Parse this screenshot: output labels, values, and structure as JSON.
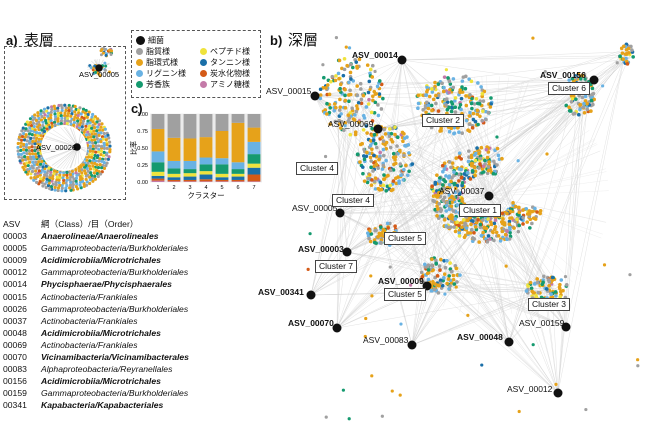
{
  "panel_a": {
    "label": "a)",
    "title": "表層"
  },
  "panel_b": {
    "label": "b)",
    "title": "深層"
  },
  "panel_c": {
    "label": "c)"
  },
  "legend": [
    {
      "label": "細菌",
      "color": "#111111"
    },
    {
      "label": "脂質様",
      "color": "#a0a0a0"
    },
    {
      "label": "脂環式様",
      "color": "#e6a21a"
    },
    {
      "label": "リグニン様",
      "color": "#69b2e3"
    },
    {
      "label": "芳香族",
      "color": "#159a6f"
    },
    {
      "label": "ペプチド様",
      "color": "#efe33d"
    },
    {
      "label": "タンニン様",
      "color": "#1a6fa8"
    },
    {
      "label": "炭水化物様",
      "color": "#d45a17"
    },
    {
      "label": "アミノ糖様",
      "color": "#c47aa8"
    }
  ],
  "table": {
    "header": {
      "id": "ASV",
      "tax": "綱（Class）/目（Order）"
    },
    "rows": [
      {
        "id": "00003",
        "tax": "Anaerolineae/Anaerolineales",
        "bold": true
      },
      {
        "id": "00005",
        "tax": "Gammaproteobacteria/Burkholderiales",
        "bold": false
      },
      {
        "id": "00009",
        "tax": "Acidimicrobiia/Microtrichales",
        "bold": true
      },
      {
        "id": "00012",
        "tax": "Gammaproteobacteria/Burkholderiales",
        "bold": false
      },
      {
        "id": "00014",
        "tax": "Phycisphaerae/Phycisphaerales",
        "bold": true
      },
      {
        "id": "00015",
        "tax": "Actinobacteria/Frankiales",
        "bold": false
      },
      {
        "id": "00026",
        "tax": "Gammaproteobacteria/Burkholderiales",
        "bold": false
      },
      {
        "id": "00037",
        "tax": "Actinobacteria/Frankiales",
        "bold": false
      },
      {
        "id": "00048",
        "tax": "Acidimicrobiia/Microtrichales",
        "bold": true
      },
      {
        "id": "00069",
        "tax": "Actinobacteria/Frankiales",
        "bold": false
      },
      {
        "id": "00070",
        "tax": "Vicinamibacteria/Vicinamibacterales",
        "bold": true
      },
      {
        "id": "00083",
        "tax": "Alphaproteobacteria/Reyranellales",
        "bold": false
      },
      {
        "id": "00156",
        "tax": "Acidimicrobiia/Microtrichales",
        "bold": true
      },
      {
        "id": "00159",
        "tax": "Gammaproteobacteria/Burkholderiales",
        "bold": false
      },
      {
        "id": "00341",
        "tax": "Kapabacteria/Kapabacteriales",
        "bold": true
      }
    ]
  },
  "network_a_labels": [
    {
      "text": "ASV_00005",
      "bold": false
    },
    {
      "text": "ASV_00026",
      "bold": false
    }
  ],
  "network_b_labels": [
    {
      "text": "ASV_00014",
      "bold": true
    },
    {
      "text": "ASV_00156",
      "bold": true
    },
    {
      "text": "ASV_00015",
      "bold": false
    },
    {
      "text": "ASV_00069",
      "bold": false
    },
    {
      "text": "ASV_00037",
      "bold": false
    },
    {
      "text": "ASV_00005",
      "bold": false
    },
    {
      "text": "ASV_00003",
      "bold": true
    },
    {
      "text": "ASV_00009",
      "bold": true
    },
    {
      "text": "ASV_00341",
      "bold": true
    },
    {
      "text": "ASV_00070",
      "bold": true
    },
    {
      "text": "ASV_00083",
      "bold": false
    },
    {
      "text": "ASV_00048",
      "bold": true
    },
    {
      "text": "ASV_00159",
      "bold": false
    },
    {
      "text": "ASV_00012",
      "bold": false
    }
  ],
  "clusters": [
    "Cluster 6",
    "Cluster 2",
    "Cluster 4",
    "Cluster 4",
    "Cluster 1",
    "Cluster 5",
    "Cluster 7",
    "Cluster 5",
    "Cluster 3"
  ],
  "chart_data": {
    "type": "bar",
    "stacked": true,
    "ylabel": "比率",
    "xlabel": "クラスター",
    "ylim": [
      0,
      1
    ],
    "yticks": [
      "0.00",
      "0.25",
      "0.50",
      "0.75",
      "1.00"
    ],
    "categories": [
      "1",
      "2",
      "3",
      "4",
      "5",
      "6",
      "7"
    ],
    "series": [
      {
        "name": "アミノ糖様",
        "color": "#c47aa8",
        "values": [
          0.02,
          0.01,
          0.01,
          0.01,
          0.01,
          0.01,
          0.01
        ]
      },
      {
        "name": "炭水化物様",
        "color": "#d45a17",
        "values": [
          0.03,
          0.02,
          0.02,
          0.03,
          0.02,
          0.02,
          0.1
        ]
      },
      {
        "name": "タンニン様",
        "color": "#1a6fa8",
        "values": [
          0.04,
          0.04,
          0.05,
          0.07,
          0.04,
          0.05,
          0.1
        ]
      },
      {
        "name": "ペプチド様",
        "color": "#efe33d",
        "values": [
          0.06,
          0.05,
          0.05,
          0.05,
          0.05,
          0.04,
          0.06
        ]
      },
      {
        "name": "芳香族",
        "color": "#159a6f",
        "values": [
          0.14,
          0.08,
          0.06,
          0.1,
          0.14,
          0.07,
          0.14
        ]
      },
      {
        "name": "リグニン様",
        "color": "#69b2e3",
        "values": [
          0.16,
          0.11,
          0.12,
          0.1,
          0.09,
          0.1,
          0.18
        ]
      },
      {
        "name": "脂環式様",
        "color": "#e6a21a",
        "values": [
          0.33,
          0.34,
          0.33,
          0.3,
          0.4,
          0.58,
          0.21
        ]
      },
      {
        "name": "脂質様",
        "color": "#a0a0a0",
        "values": [
          0.22,
          0.35,
          0.36,
          0.34,
          0.25,
          0.13,
          0.2
        ]
      }
    ]
  }
}
